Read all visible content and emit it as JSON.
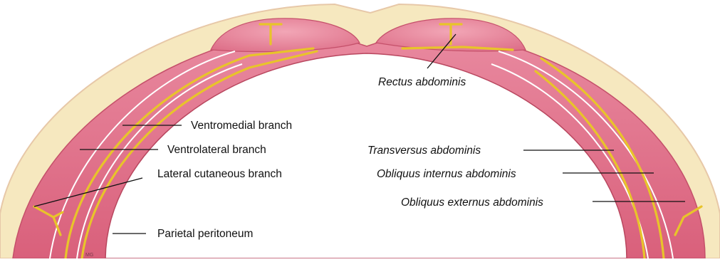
{
  "colors": {
    "skin": "#f6e8bf",
    "skin_edge": "#e7c8a8",
    "muscle": "#e06d86",
    "muscle_dark": "#c5506a",
    "nerve": "#e8c42a",
    "cavity": "#ffffff"
  },
  "labels": {
    "left": {
      "ventromedial": "Ventromedial branch",
      "ventrolateral": "Ventrolateral branch",
      "lateral_cutaneous": "Lateral cutaneous branch",
      "parietal_peritoneum": "Parietal peritoneum"
    },
    "right": {
      "rectus": "Rectus abdominis",
      "transversus": "Transversus abdominis",
      "obliquus_internus": "Obliquus internus abdominis",
      "obliquus_externus": "Obliquus externus abdominis"
    },
    "signature": "MG"
  }
}
